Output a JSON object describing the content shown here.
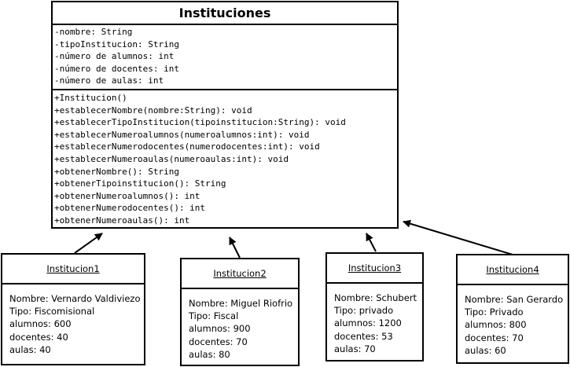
{
  "class": {
    "name": "Instituciones",
    "attributes": [
      "-nombre: String",
      "-tipoInstitucion: String",
      "-número de alumnos: int",
      "-número de docentes: int",
      "-número de aulas: int"
    ],
    "methods": [
      "+Institucion()",
      "+establecerNombre(nombre:String): void",
      "+establecerTipoInstitucion(tipoinstitucion:String): void",
      "+establecerNumeroalumnos(numeroalumnos:int): void",
      "+establecerNumerodocentes(numerodocentes:int): void",
      "+establecerNumeroaulas(numeroaulas:int): void",
      "+obtenerNombre(): String",
      "+obtenerTipoinstitucion(): String",
      "+obtenerNumeroalumnos(): int",
      "+obtenerNumerodocentes(): int",
      "+obtenerNumeroaulas(): int"
    ]
  },
  "objects": [
    {
      "name": "Institucion1",
      "lines": [
        "Nombre: Vernardo Valdiviezo",
        "Tipo: Fiscomisional",
        "alumnos: 600",
        "docentes: 40",
        "aulas: 40"
      ]
    },
    {
      "name": "Institucion2",
      "lines": [
        "Nombre: Miguel Riofrio",
        "Tipo: Fiscal",
        "alumnos: 900",
        "docentes: 70",
        "aulas: 80"
      ]
    },
    {
      "name": "Institucion3",
      "lines": [
        "Nombre: Schubert",
        "Tipo: privado",
        "alumnos: 1200",
        "docentes: 53",
        "aulas: 70"
      ]
    },
    {
      "name": "Institucion4",
      "lines": [
        "Nombre: San Gerardo",
        "Tipo: Privado",
        "alumnos: 800",
        "docentes: 70",
        "aulas: 60"
      ]
    }
  ]
}
